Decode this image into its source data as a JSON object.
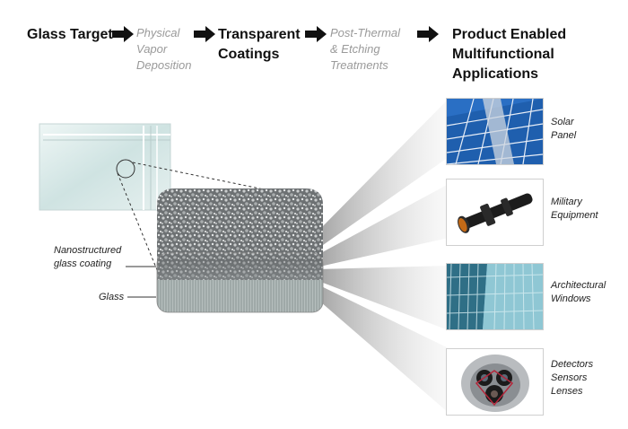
{
  "process": {
    "step1": [
      "Glass Target"
    ],
    "step2": [
      "Physical",
      "Vapor",
      "Deposition"
    ],
    "step3": [
      "Transparent",
      "Coatings"
    ],
    "step4": [
      "Post-Thermal",
      "& Etching",
      "Treatments"
    ],
    "step5": [
      "Product Enabled",
      "Multifunctional",
      "Applications"
    ]
  },
  "labels": {
    "coating": [
      "Nanostructured",
      "glass coating"
    ],
    "glass": "Glass"
  },
  "applications": [
    {
      "lines": [
        "Solar",
        "Panel"
      ],
      "icon": "solar-panel-photo"
    },
    {
      "lines": [
        "Military",
        "Equipment"
      ],
      "icon": "rifle-scope-photo"
    },
    {
      "lines": [
        "Architectural",
        "Windows"
      ],
      "icon": "glass-building-photo"
    },
    {
      "lines": [
        "Detectors",
        "Sensors",
        "Lenses"
      ],
      "icon": "sensor-camera-photo"
    }
  ],
  "colors": {
    "arrow": "#111111",
    "muted_text": "#9a9a9a",
    "glass": "#cfe3e2",
    "sky_blue": "#1f5fae"
  }
}
